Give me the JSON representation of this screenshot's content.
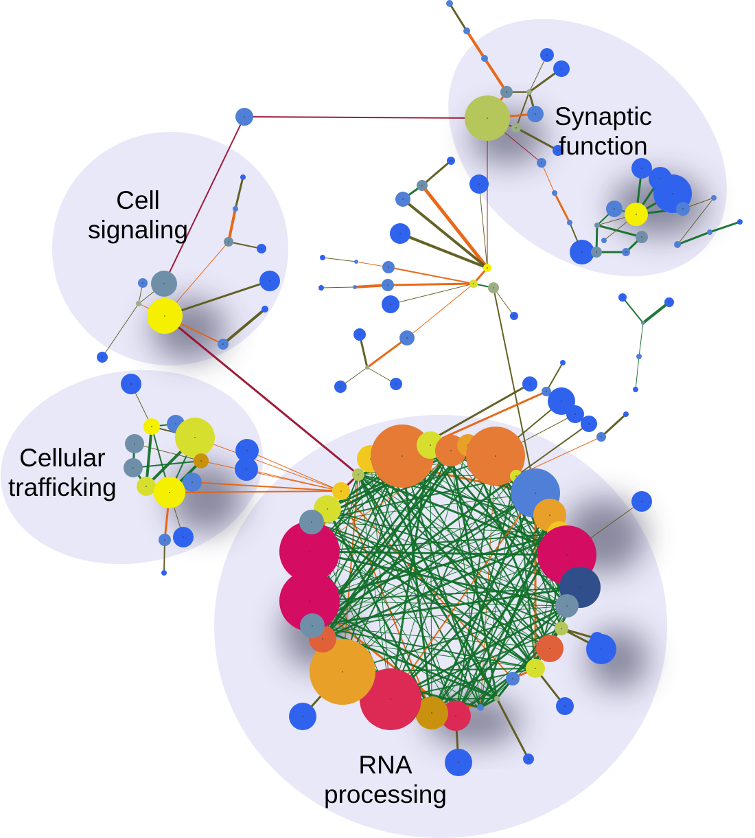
{
  "title": "Protein interaction network with functional clusters",
  "colors": {
    "cluster_fill": "#e9e8f8",
    "blue": "#2f63ee",
    "steel_blue": "#4f7fd6",
    "slate": "#6f8fa8",
    "sage": "#9cae84",
    "olive_green": "#b5c65a",
    "yellow": "#f5ef00",
    "lime_yellow": "#d7df2e",
    "gold": "#f2c81e",
    "orange": "#e57b34",
    "amber": "#e8a028",
    "dark_gold": "#c9920e",
    "coral": "#e0603a",
    "magenta": "#d40d63",
    "crimson": "#dc2a55",
    "navy": "#304f8a",
    "edge_green": "#12702a",
    "edge_olive": "#5c5a1a",
    "edge_orange": "#e8620e",
    "edge_red": "#9a1030"
  },
  "clusters": [
    {
      "id": "synaptic",
      "label_lines": [
        "Synaptic",
        "function"
      ]
    },
    {
      "id": "cell-signaling",
      "label_lines": [
        "Cell",
        "signaling"
      ]
    },
    {
      "id": "cellular-trafficking",
      "label_lines": [
        "Cellular",
        "trafficking"
      ]
    },
    {
      "id": "rna-processing",
      "label_lines": [
        "RNA",
        "processing"
      ]
    }
  ],
  "labels": {
    "synaptic_1": "Synaptic",
    "synaptic_2": "function",
    "signaling_1": "Cell",
    "signaling_2": "signaling",
    "trafficking_1": "Cellular",
    "trafficking_2": "trafficking",
    "rna_1": "RNA",
    "rna_2": "processing"
  },
  "node_color_legend": [
    "blue",
    "steel_blue",
    "slate",
    "sage",
    "olive_green",
    "yellow",
    "lime_yellow",
    "gold",
    "orange",
    "amber",
    "dark_gold",
    "coral",
    "magenta",
    "crimson",
    "navy"
  ],
  "edge_color_legend": [
    "edge_green",
    "edge_olive",
    "edge_orange",
    "edge_red"
  ]
}
